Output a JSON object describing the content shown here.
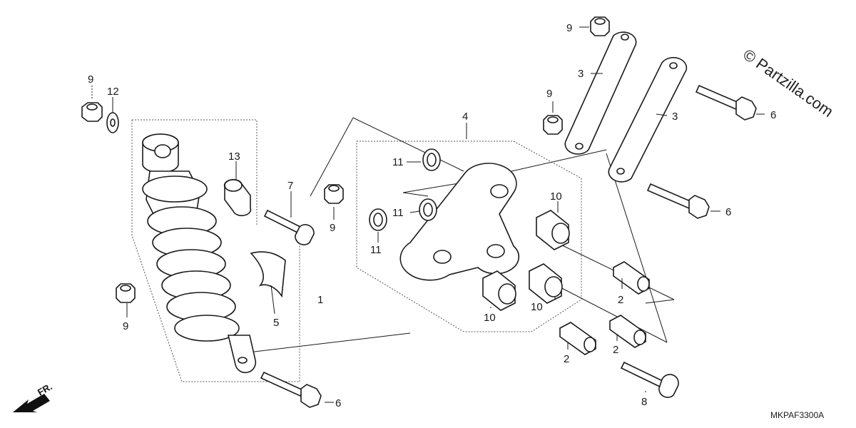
{
  "callouts": {
    "c9a": "9",
    "c12": "12",
    "c13": "13",
    "c7": "7",
    "c9b": "9",
    "c9c": "9",
    "c5": "5",
    "c1": "1",
    "c6a": "6",
    "c4": "4",
    "c11a": "11",
    "c11b": "11",
    "c11c": "11",
    "c10a": "10",
    "c10b": "10",
    "c10c": "10",
    "c9d": "9",
    "c9e": "9",
    "c3a": "3",
    "c3b": "3",
    "c6b": "6",
    "c6c": "6",
    "c2a": "2",
    "c2b": "2",
    "c2c": "2",
    "c8": "8"
  },
  "diagram_code": "MKPAF3300A",
  "watermark": "© Partzilla.com",
  "front_marker": "FR."
}
